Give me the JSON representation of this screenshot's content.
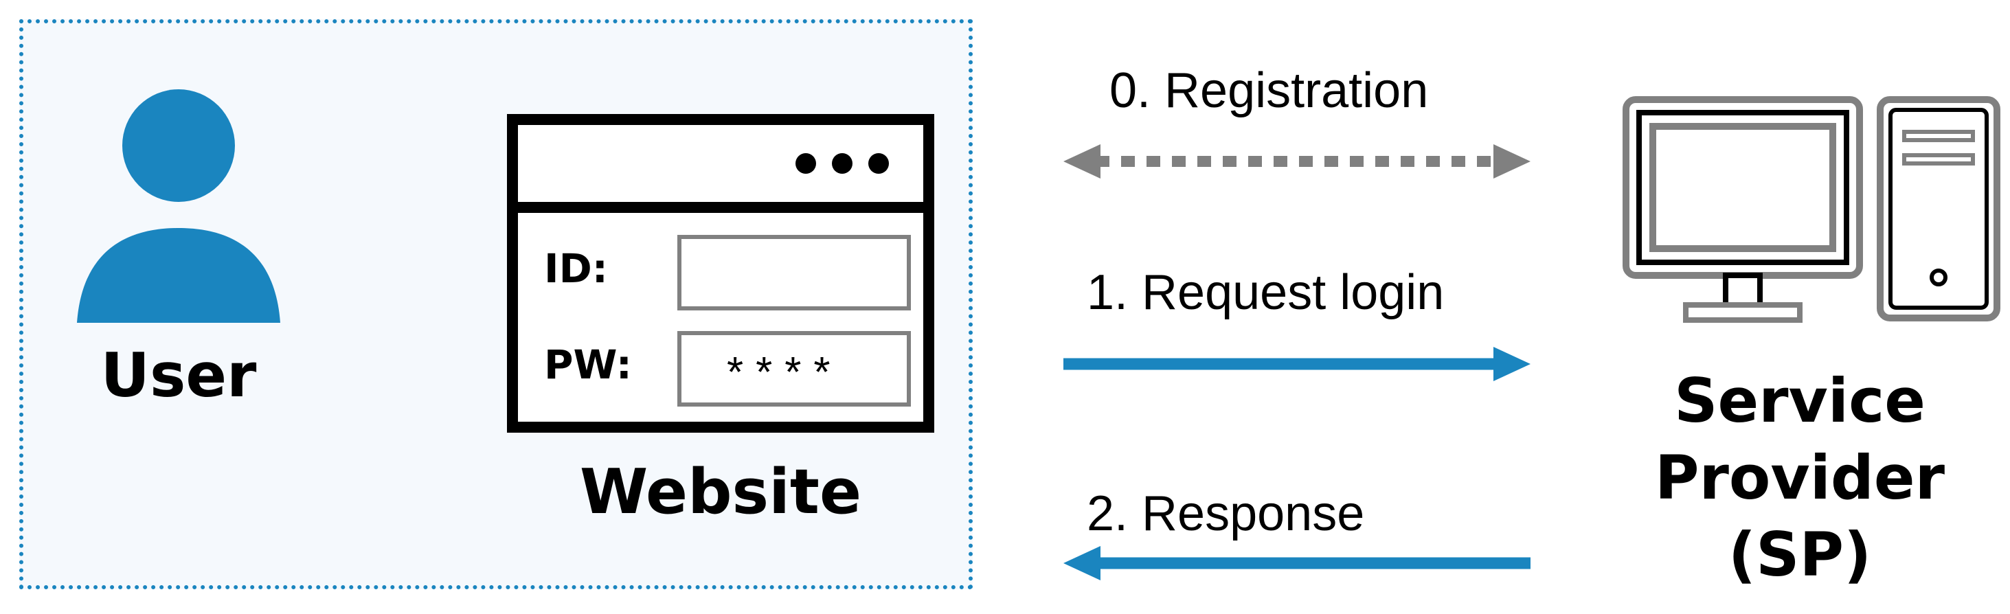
{
  "user": {
    "label": "User"
  },
  "website": {
    "label": "Website",
    "id_label": "ID:",
    "pw_label": "PW:",
    "pw_value": "****"
  },
  "arrows": {
    "registration": "0. Registration",
    "request": "1. Request login",
    "response": "2. Response"
  },
  "sp": {
    "line1": "Service",
    "line2": "Provider",
    "line3": "(SP)"
  },
  "colors": {
    "accent": "#1a85bf",
    "gray": "#808080",
    "box_border": "#1a85bf",
    "box_bg": "#f5f9fd"
  },
  "icons": [
    "user-icon",
    "browser-window-icon",
    "monitor-icon",
    "computer-tower-icon"
  ]
}
